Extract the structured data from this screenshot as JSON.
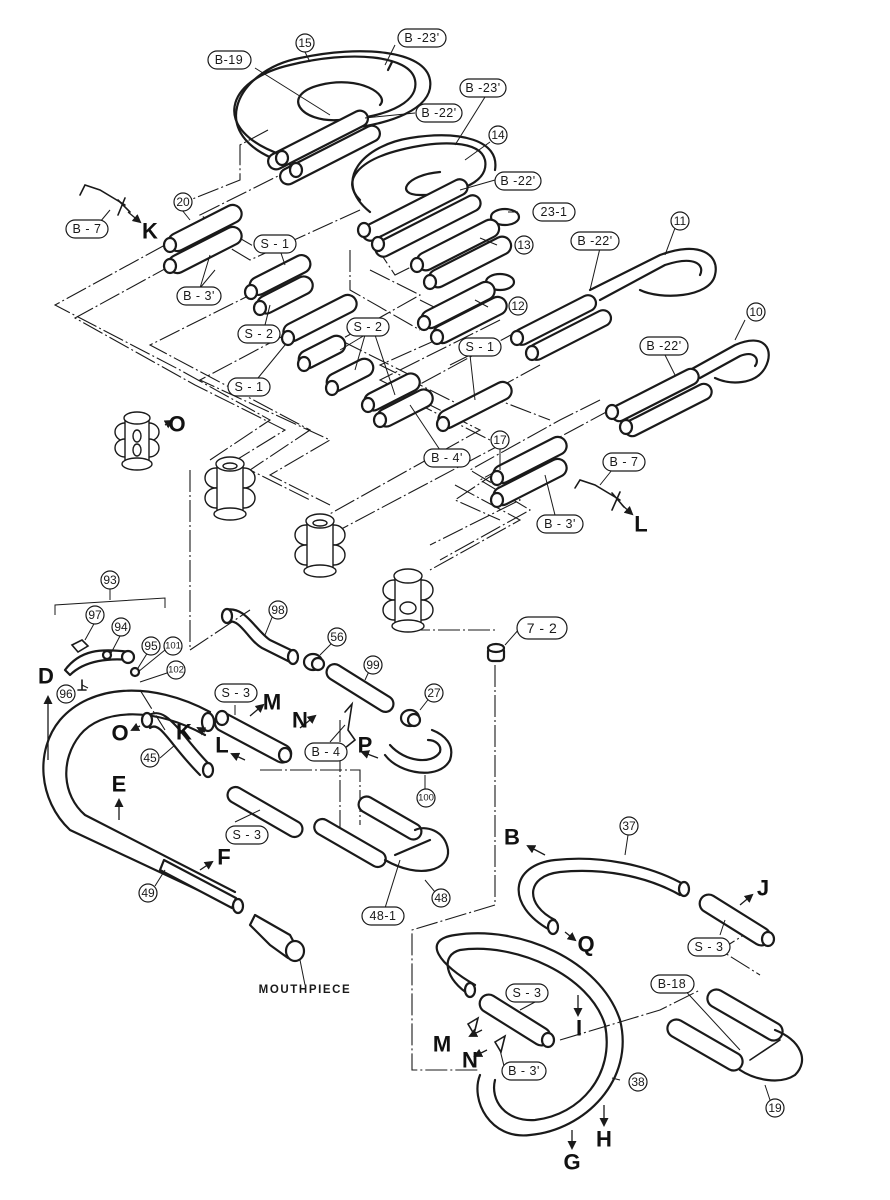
{
  "diagram": {
    "type": "exploded parts diagram",
    "subject": "brass instrument tubing / slides",
    "background_color": "#ffffff",
    "line_color": "#1a1a1a"
  },
  "part_numbers": {
    "p15": "15",
    "p14": "14",
    "p20": "20",
    "p13": "13",
    "p12": "12",
    "p11": "11",
    "p10": "10",
    "p17": "17",
    "p93": "93",
    "p97": "97",
    "p94": "94",
    "p95": "95",
    "p101": "101",
    "p102": "102",
    "p96": "96",
    "p98": "98",
    "p56": "56",
    "p99": "99",
    "p27": "27",
    "p45": "45",
    "p100": "100",
    "p49": "49",
    "p48": "48",
    "p37": "37",
    "p38": "38",
    "p19": "19"
  },
  "pill_labels": {
    "b23_top": "B -23'",
    "b19": "B-19",
    "b22_15": "B -22'",
    "b23_14": "B -23'",
    "b22_14": "B -22'",
    "l23_1": "23-1",
    "b7_left": "B - 7",
    "b3_20": "B - 3'",
    "s1_a": "S - 1",
    "s2_a": "S - 2",
    "s2_b": "S - 2",
    "s1_b": "S - 1",
    "s1_c": "S - 1",
    "b22_11": "B -22'",
    "b22_10": "B -22'",
    "b4_prime": "B - 4'",
    "b7_right": "B - 7",
    "b3_17": "B - 3'",
    "l7_2": "7 - 2",
    "s3_a": "S - 3",
    "b4": "B - 4",
    "s3_b": "S - 3",
    "l48_1": "48-1",
    "s3_c": "S - 3",
    "b18": "B-18",
    "s3_d": "S - 3",
    "b3_38": "B - 3'"
  },
  "connection_letters": {
    "K_top": "K",
    "O_top": "O",
    "L_top": "L",
    "D": "D",
    "O_low": "O",
    "K_low": "K",
    "L_low": "L",
    "M_low": "M",
    "N_low": "N",
    "P": "P",
    "E": "E",
    "F": "F",
    "B": "B",
    "Q": "Q",
    "J": "J",
    "I": "I",
    "M_br": "M",
    "N_br": "N",
    "H": "H",
    "G": "G"
  },
  "captions": {
    "mouthpiece": "MOUTHPIECE"
  }
}
